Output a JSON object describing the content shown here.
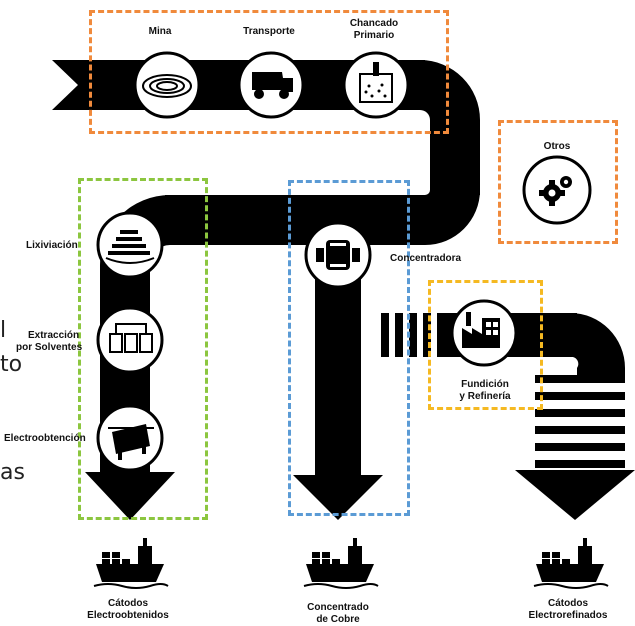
{
  "stages": {
    "mina": "Mina",
    "transporte": "Transporte",
    "chancado_1": "Chancado",
    "chancado_2": "Primario",
    "otros": "Otros",
    "lixiviacion": "Lixiviación",
    "extraccion_1": "Extracción",
    "extraccion_2": "por Solventes",
    "electroobtencion": "Electroobtención",
    "concentradora": "Concentradora",
    "fundicion_1": "Fundición",
    "fundicion_2": "y Refinería"
  },
  "products": {
    "catodos_eo_1": "Cátodos",
    "catodos_eo_2": "Electroobtenidos",
    "concentrado_1": "Concentrado",
    "concentrado_2": "de Cobre",
    "catodos_er_1": "Cátodos",
    "catodos_er_2": "Electrorefinados"
  },
  "background_fragments": {
    "l": "l",
    "to": "to",
    "as": "as"
  },
  "colors": {
    "orange": "#f08a3c",
    "green": "#8cc63f",
    "blue": "#5b9bd5",
    "yellow": "#f5b922",
    "pipe": "#000000"
  },
  "icons": {
    "mina": "open-pit-mine-icon",
    "transporte": "haul-truck-icon",
    "chancado": "crusher-icon",
    "otros": "gears-icon",
    "lixiviacion": "heap-leach-icon",
    "extraccion": "solvent-extraction-tanks-icon",
    "electroobtencion": "electrowinning-cell-icon",
    "concentradora": "grinding-mill-icon",
    "fundicion": "smelter-factory-icon",
    "ship": "cargo-ship-icon"
  }
}
